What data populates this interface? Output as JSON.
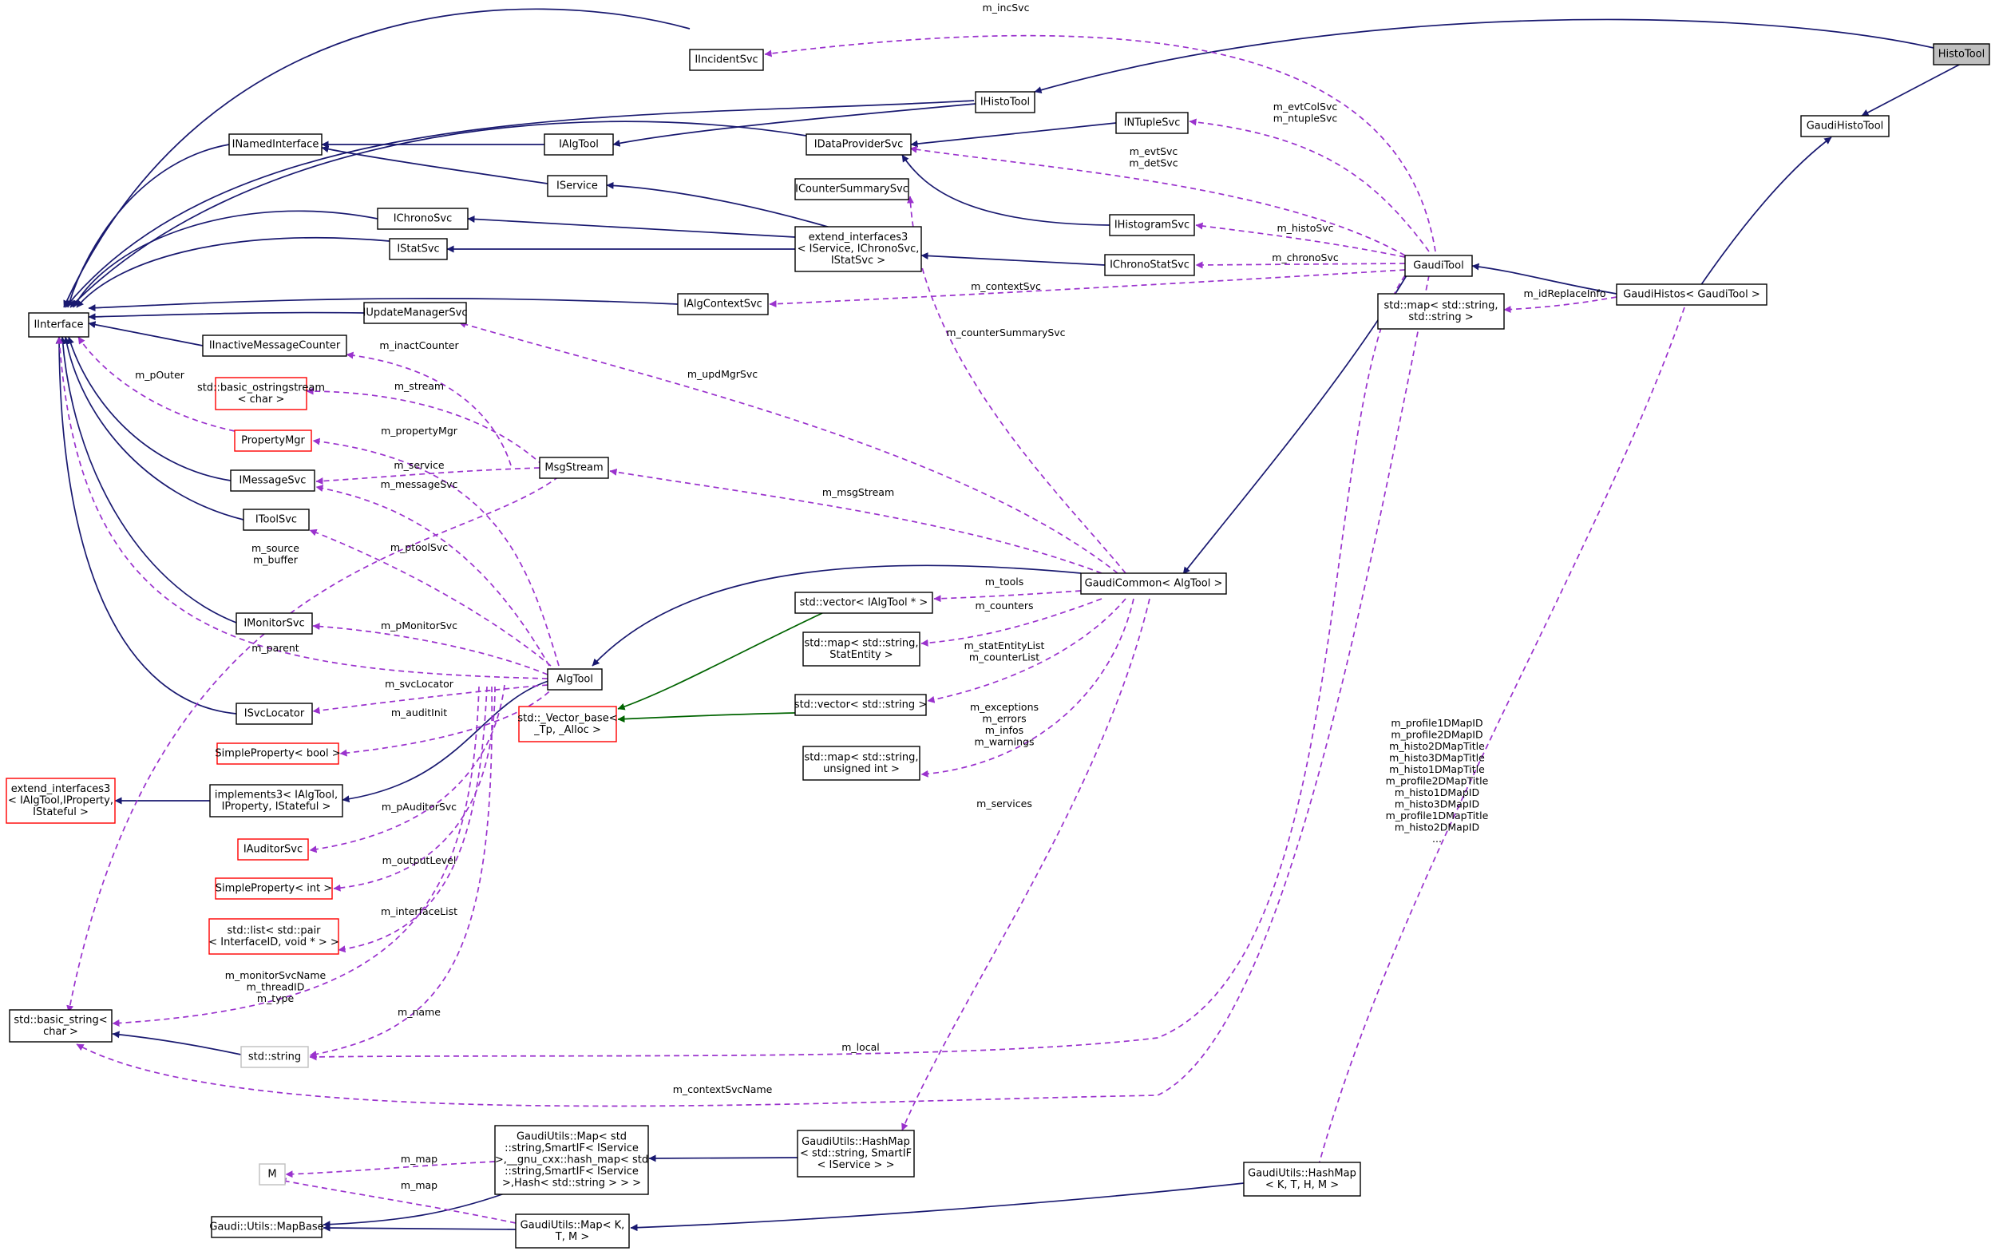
{
  "colors": {
    "inheritance": "#191970",
    "template_instance": "#006400",
    "usage": "#9a32cd",
    "focus_fill": "#bfbfbf",
    "undocumented_border": "#ff0000",
    "external_border": "#bfbfbf"
  },
  "nodes": {
    "IInterface": [
      "IInterface"
    ],
    "IIncidentSvc": [
      "IIncidentSvc"
    ],
    "IHistoTool": [
      "IHistoTool"
    ],
    "HistoTool": [
      "HistoTool"
    ],
    "GaudiHistoTool": [
      "GaudiHistoTool"
    ],
    "INamedInterface": [
      "INamedInterface"
    ],
    "IAlgTool": [
      "IAlgTool"
    ],
    "IDataProviderSvc": [
      "IDataProviderSvc"
    ],
    "INTupleSvc": [
      "INTupleSvc"
    ],
    "IService": [
      "IService"
    ],
    "ICounterSummarySvc": [
      "ICounterSummarySvc"
    ],
    "IChronoSvc": [
      "IChronoSvc"
    ],
    "extend_interfaces3": [
      "extend_interfaces3",
      "< IService, IChronoSvc,",
      "IStatSvc >"
    ],
    "IStatSvc": [
      "IStatSvc"
    ],
    "IHistogramSvc": [
      "IHistogramSvc"
    ],
    "IChronoStatSvc": [
      "IChronoStatSvc"
    ],
    "GaudiTool": [
      "GaudiTool"
    ],
    "GaudiHistos": [
      "GaudiHistos< GaudiTool >"
    ],
    "map_string_string": [
      "std::map< std::string,",
      "std::string >"
    ],
    "IAlgContextSvc": [
      "IAlgContextSvc"
    ],
    "IUpdateManagerSvc": [
      "IUpdateManagerSvc"
    ],
    "IInactiveMessageCounter": [
      "IInactiveMessageCounter"
    ],
    "basic_ostringstream": [
      "std::basic_ostringstream",
      "< char >"
    ],
    "PropertyMgr": [
      "PropertyMgr"
    ],
    "MsgStream": [
      "MsgStream"
    ],
    "IMessageSvc": [
      "IMessageSvc"
    ],
    "IToolSvc": [
      "IToolSvc"
    ],
    "GaudiCommon": [
      "GaudiCommon< AlgTool >"
    ],
    "vector_IAlgTool": [
      "std::vector< IAlgTool * >"
    ],
    "map_string_StatEntity": [
      "std::map< std::string,",
      "StatEntity >"
    ],
    "IMonitorSvc": [
      "IMonitorSvc"
    ],
    "AlgTool": [
      "AlgTool"
    ],
    "ISvcLocator": [
      "ISvcLocator"
    ],
    "Vector_base": [
      "std::_Vector_base<",
      "_Tp, _Alloc >"
    ],
    "vector_string": [
      "std::vector< std::string >"
    ],
    "SimpleProperty_bool": [
      "SimpleProperty< bool >"
    ],
    "map_string_uint": [
      "std::map< std::string,",
      "unsigned int >"
    ],
    "extend_interfaces3_b": [
      "extend_interfaces3",
      "< IAlgTool,IProperty,",
      "IStateful >"
    ],
    "implements3": [
      "implements3< IAlgTool,",
      "IProperty, IStateful >"
    ],
    "IAuditorSvc": [
      "IAuditorSvc"
    ],
    "SimpleProperty_int": [
      "SimpleProperty< int >"
    ],
    "list_pair": [
      "std::list< std::pair",
      "< InterfaceID, void * > >"
    ],
    "basic_string": [
      "std::basic_string<",
      "char >"
    ],
    "std_string": [
      "std::string"
    ],
    "M": [
      "M"
    ],
    "GaudiUtils_Map_std": [
      "GaudiUtils::Map< std",
      "::string,SmartIF< IService",
      ">,__gnu_cxx::hash_map< std",
      "::string,SmartIF< IService",
      ">,Hash< std::string > > >"
    ],
    "GaudiUtils_HashMap_IService": [
      "GaudiUtils::HashMap",
      "< std::string, SmartIF",
      "< IService > >"
    ],
    "GaudiUtils_HashMap_KTHM": [
      "GaudiUtils::HashMap",
      "< K, T, H, M >"
    ],
    "Gaudi_Utils_MapBase": [
      "Gaudi::Utils::MapBase"
    ],
    "GaudiUtils_Map_KTM": [
      "GaudiUtils::Map< K,",
      "T, M >"
    ]
  },
  "edge_labels": {
    "m_incSvc": [
      "m_incSvc"
    ],
    "m_evtColSvc": [
      "m_evtColSvc",
      "m_ntupleSvc"
    ],
    "m_evtSvc": [
      "m_evtSvc",
      "m_detSvc"
    ],
    "m_histoSvc": [
      "m_histoSvc"
    ],
    "m_chronoSvc": [
      "m_chronoSvc"
    ],
    "m_contextSvc": [
      "m_contextSvc"
    ],
    "m_idReplaceInfo": [
      "m_idReplaceInfo"
    ],
    "m_counterSummarySvc": [
      "m_counterSummarySvc"
    ],
    "m_updMgrSvc": [
      "m_updMgrSvc"
    ],
    "m_inactCounter": [
      "m_inactCounter"
    ],
    "m_pOuter": [
      "m_pOuter"
    ],
    "m_stream": [
      "m_stream"
    ],
    "m_propertyMgr": [
      "m_propertyMgr"
    ],
    "m_service": [
      "m_service"
    ],
    "m_messageSvc": [
      "m_messageSvc"
    ],
    "m_msgStream": [
      "m_msgStream"
    ],
    "m_source": [
      "m_source",
      "m_buffer"
    ],
    "m_ptoolSvc": [
      "m_ptoolSvc"
    ],
    "m_tools": [
      "m_tools"
    ],
    "m_counters": [
      "m_counters"
    ],
    "m_pMonitorSvc": [
      "m_pMonitorSvc"
    ],
    "m_parent": [
      "m_parent"
    ],
    "m_statEntityList": [
      "m_statEntityList",
      "m_counterList"
    ],
    "m_svcLocator": [
      "m_svcLocator"
    ],
    "m_exceptions": [
      "m_exceptions",
      "m_errors",
      "m_infos",
      "m_warnings"
    ],
    "m_auditInit": [
      "m_auditInit"
    ],
    "m_profile": [
      "m_profile1DMapID",
      "m_profile2DMapID",
      "m_histo2DMapTitle",
      "m_histo3DMapTitle",
      "m_histo1DMapTitle",
      "m_profile2DMapTitle",
      "m_histo1DMapID",
      "m_histo3DMapID",
      "m_profile1DMapTitle",
      "m_histo2DMapID",
      "..."
    ],
    "m_services": [
      "m_services"
    ],
    "m_pAuditorSvc": [
      "m_pAuditorSvc"
    ],
    "m_outputLevel": [
      "m_outputLevel"
    ],
    "m_interfaceList": [
      "m_interfaceList"
    ],
    "m_monitorSvcName": [
      "m_monitorSvcName",
      "m_threadID",
      "m_type"
    ],
    "m_name": [
      "m_name"
    ],
    "m_local": [
      "m_local"
    ],
    "m_contextSvcName": [
      "m_contextSvcName"
    ],
    "m_map_1": [
      "m_map"
    ],
    "m_map_2": [
      "m_map"
    ]
  }
}
